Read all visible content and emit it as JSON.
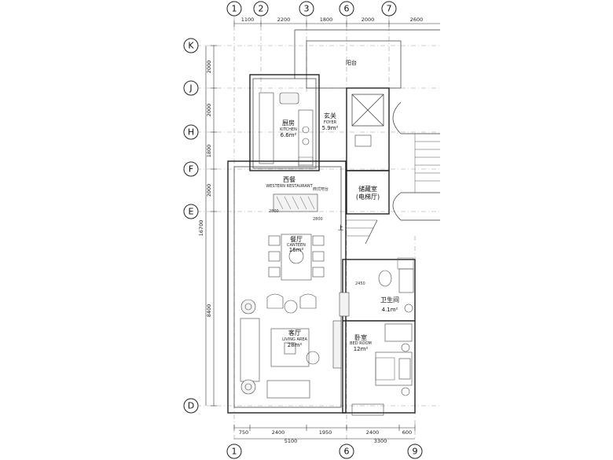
{
  "axes": {
    "top": [
      "1",
      "2",
      "3",
      "6",
      "7"
    ],
    "bottom": [
      "1",
      "6",
      "9"
    ],
    "left": [
      "K",
      "J",
      "H",
      "F",
      "E",
      "D"
    ]
  },
  "dimensions": {
    "top": [
      "1100",
      "2200",
      "1800",
      "2000",
      "2600"
    ],
    "left_segments": [
      "2000",
      "2000",
      "1800",
      "2000"
    ],
    "left_total": "16700",
    "left_lower": "8400",
    "bottom_segments": [
      "750",
      "2400",
      "1950",
      "2400",
      "600"
    ],
    "bottom_totals": [
      "5100",
      "3300"
    ]
  },
  "rooms": {
    "balcony": {
      "cn": "阳台"
    },
    "kitchen": {
      "cn": "厨房",
      "en": "KITCHEN",
      "area": "6.6m²"
    },
    "foyer": {
      "cn": "玄关",
      "en": "FOYER",
      "area": "5.9m²"
    },
    "western_restaurant": {
      "cn": "西餐",
      "en": "WESTERN RESTAURANT"
    },
    "storage": {
      "cn": "储藏室",
      "sub": "(电梯厅)"
    },
    "canteen": {
      "cn": "餐厅",
      "en": "CANTEEN",
      "area": "16m²"
    },
    "bathroom": {
      "cn": "卫生间",
      "area": "4.1m²"
    },
    "living": {
      "cn": "客厅",
      "en": "LIVING AREA",
      "area": "28m²"
    },
    "bedroom": {
      "cn": "卧室",
      "en": "BED ROOM",
      "area": "12m²"
    }
  },
  "misc": {
    "up_mark": "上",
    "small_notes": [
      "西式吧台",
      "2800",
      "2800",
      "2450"
    ]
  }
}
